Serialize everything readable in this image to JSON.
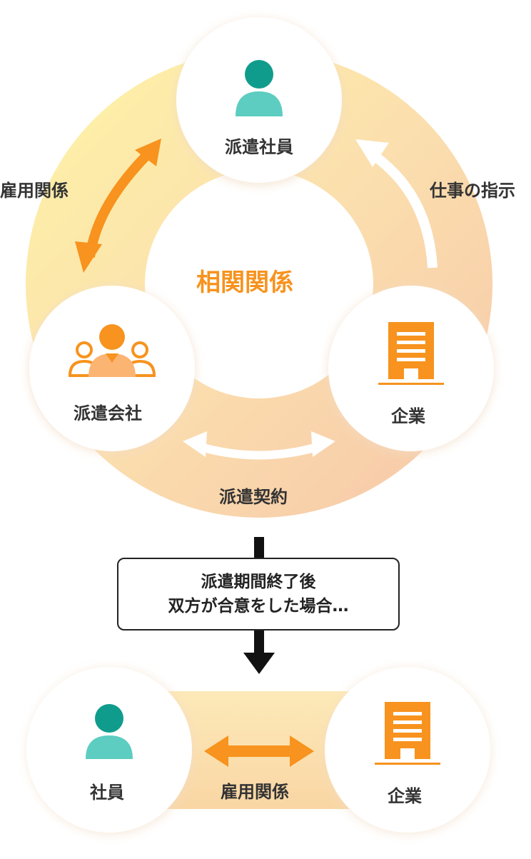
{
  "top_diagram": {
    "center_label": "相関関係",
    "nodes": {
      "staff": {
        "label": "派遣社員",
        "icon": "person-icon"
      },
      "agency": {
        "label": "派遣会社",
        "icon": "group-icon"
      },
      "company": {
        "label": "企業",
        "icon": "building-icon"
      }
    },
    "relations": {
      "employment": "雇用関係",
      "instruction": "仕事の指示",
      "dispatch_contract": "派遣契約"
    }
  },
  "transition": {
    "line1": "派遣期間終了後",
    "line2": "双方が合意をした場合…"
  },
  "bottom_diagram": {
    "nodes": {
      "employee": {
        "label": "社員",
        "icon": "person-icon"
      },
      "company": {
        "label": "企業",
        "icon": "building-icon"
      }
    },
    "relation": "雇用関係"
  },
  "colors": {
    "accent_orange": "#f7931e",
    "teal_head": "#109c8c",
    "teal_body": "#5ccdc0",
    "person_orange_body": "#fbb472",
    "ring_light": "#fdeda0",
    "ring_peach": "#f7c9a6"
  }
}
